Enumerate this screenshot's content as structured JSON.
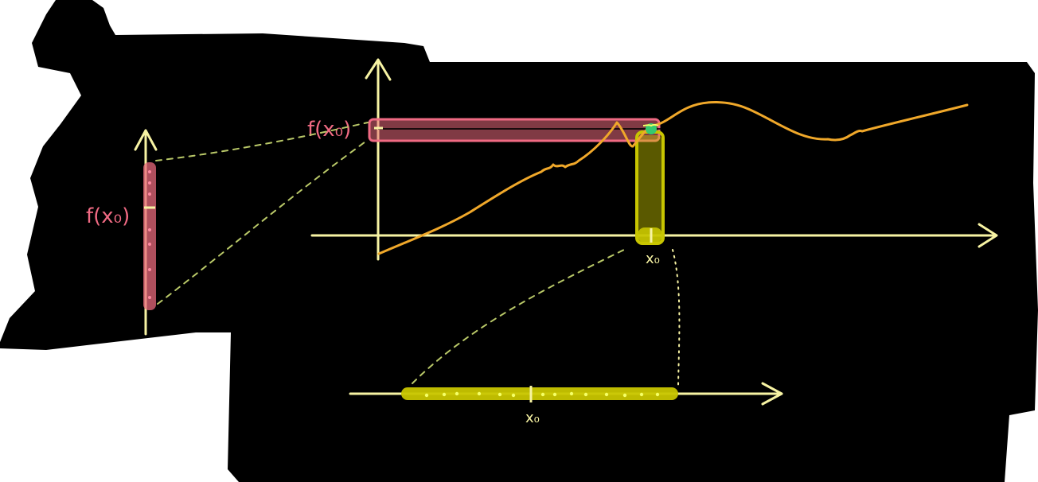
{
  "colors": {
    "background": "#000000",
    "page": "#ffffff",
    "axis": "#f7f3a3",
    "curve": "#f0a82a",
    "pink": "#f06a83",
    "pink_fill": "#e96a7c",
    "yellow_fill": "#c8c500",
    "yellow_points": "#f4ff66",
    "point_green": "#35c970"
  },
  "labels": {
    "f_x0_main": "f(x₀)",
    "f_x0_side": "f(x₀)",
    "x0_main": "x₀",
    "x0_bottom": "x₀"
  },
  "icons": {
    "x_arrow": "right-arrow-icon",
    "y_arrow": "up-arrow-icon",
    "side_arrow": "up-arrow-icon",
    "bottom_arrow": "right-arrow-icon"
  }
}
